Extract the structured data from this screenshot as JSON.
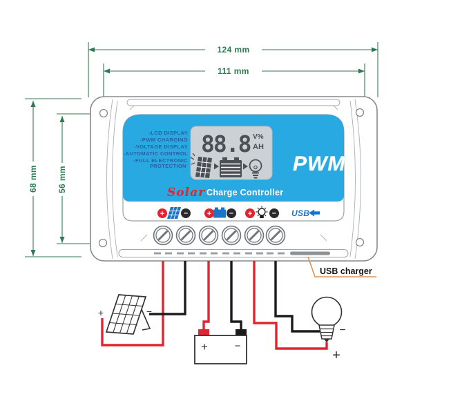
{
  "dimensions": {
    "outer_width": "124 mm",
    "inner_width": "111 mm",
    "outer_height": "68 mm",
    "inner_height": "56 mm"
  },
  "controller": {
    "features": [
      "-LCD DISPLAY",
      "-PWM CHARGING",
      "-VOLTAGE DISPLAY",
      "-AUTOMATIC CONTROL",
      "-FULL ELECTRONIC",
      "PROTECTION"
    ],
    "lcd": {
      "value": "88.8",
      "unit_top": "V%",
      "unit_bottom": "AH"
    },
    "pwm_label": "PWM",
    "brand_script": "Solar",
    "brand_text": "Charge Controller",
    "usb_label": "USB"
  },
  "symbols": {
    "plus": "+",
    "minus": "−"
  },
  "annotations": {
    "usb_charger": "USB charger"
  },
  "colors": {
    "dimension_green": "#2d7a52",
    "panel_blue": "#29a9e1",
    "feature_navy": "#2b5f9f",
    "accent_red": "#e02530",
    "wire_black": "#1b1b1b",
    "usb_blue": "#1a74c8",
    "leader_orange": "#dd9256",
    "lcd_gray": "#ccd1d5"
  }
}
